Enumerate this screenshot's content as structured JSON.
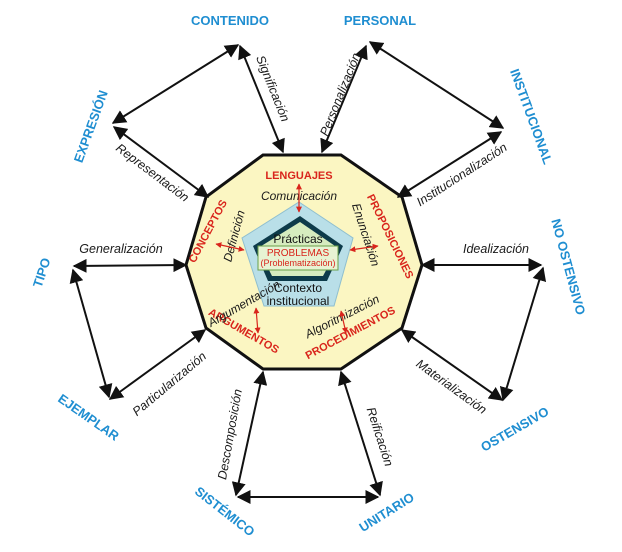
{
  "dimensions": {
    "contenido": "CONTENIDO",
    "personal": "PERSONAL",
    "institucional": "INSTITUCIONAL",
    "expresion": "EXPRESIÓN",
    "no_ostensivo": "NO OSTENSIVO",
    "tipo": "TIPO",
    "ejemplar": "EJEMPLAR",
    "ostensivo": "OSTENSIVO",
    "sistemico": "SISTÉMICO",
    "unitario": "UNITARIO"
  },
  "processes": {
    "significacion": "Significación",
    "personalizacion": "Personalización",
    "representacion": "Representación",
    "institucionalizacion": "Institucionalización",
    "generalizacion": "Generalización",
    "idealizacion": "Idealización",
    "particularizacion": "Particularización",
    "materializacion": "Materialización",
    "descomposicion": "Descomposición",
    "reificacion": "Reificación"
  },
  "objects": {
    "lenguajes": "LENGUAJES",
    "conceptos": "CONCEPTOS",
    "proposiciones": "PROPOSICIONES",
    "argumentos": "ARGUMENTOS",
    "procedimientos": "PROCEDIMIENTOS"
  },
  "inner_processes": {
    "comunicacion": "Comunicación",
    "definicion": "Definición",
    "enunciacion": "Enunciación",
    "argumentacion": "Argumentación",
    "algoritmizacion": "Algoritmización"
  },
  "core": {
    "practicas": "Prácticas",
    "problemas": "PROBLEMAS",
    "problematizacion": "(Problematización)",
    "contexto_line1": "Contexto",
    "contexto_line2": "institucional"
  },
  "colors": {
    "dimension_label": "#1f8ed1",
    "object_label": "#d9251c",
    "decagon_fill": "#fbf6c2",
    "pentagon_fill": "#b9dfe8",
    "inner_pentagon_fill": "#0d3b4a",
    "problems_box_fill": "#d6ecbf"
  }
}
